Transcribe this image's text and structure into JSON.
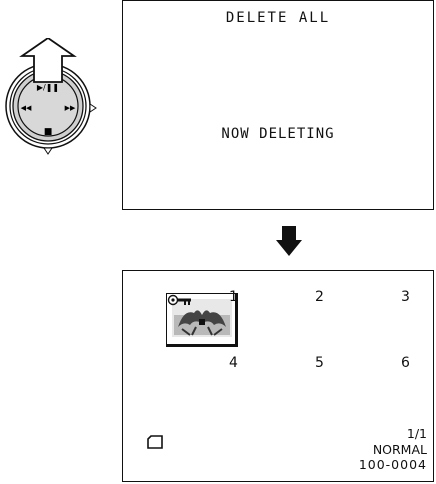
{
  "screen1": {
    "title": "DELETE ALL",
    "message": "NOW DELETING"
  },
  "control_pad": {
    "up_arrow_icon": "up-arrow-icon",
    "play_pause_label": "▶/❚❚",
    "rewind_label": "◀◀",
    "fast_forward_label": "▶▶",
    "stop_label": "■"
  },
  "screen2": {
    "thumbnails": [
      "1",
      "2",
      "3",
      "4",
      "5",
      "6"
    ],
    "counter": "1/1",
    "quality": "NORMAL",
    "file_number": "100-0004",
    "icons": [
      "key-protect-icon",
      "memory-card-icon"
    ]
  }
}
